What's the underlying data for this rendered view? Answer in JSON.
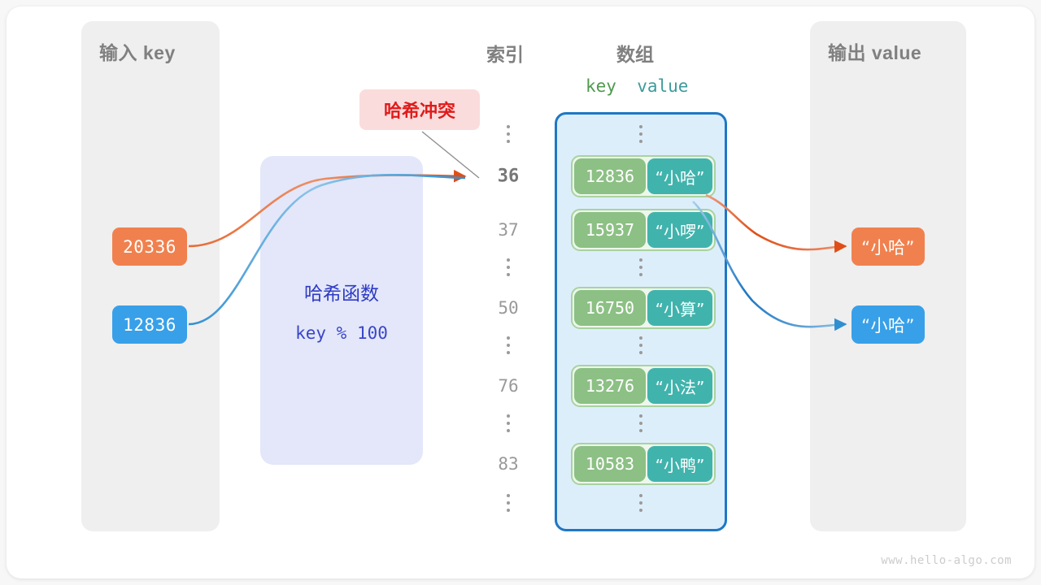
{
  "page": {
    "watermark": "www.hello-algo.com",
    "background": "#f7f7f7",
    "card_background": "#ffffff"
  },
  "input_panel": {
    "title": "输入 key",
    "keys": [
      {
        "label": "20336",
        "color": "#f0814e"
      },
      {
        "label": "12836",
        "color": "#38a0e8"
      }
    ]
  },
  "hash_function": {
    "title": "哈希函数",
    "expression": "key % 100",
    "color": "#2f3bc4",
    "background": "#e3e7f9"
  },
  "collision": {
    "label": "哈希冲突",
    "text_color": "#e01b1b",
    "background": "#fbdcdc"
  },
  "index_column": {
    "title": "索引",
    "entries": [
      {
        "type": "dots"
      },
      {
        "type": "index",
        "label": "36",
        "active": true
      },
      {
        "type": "index",
        "label": "37",
        "active": false
      },
      {
        "type": "dots"
      },
      {
        "type": "index",
        "label": "50",
        "active": false
      },
      {
        "type": "dots"
      },
      {
        "type": "index",
        "label": "76",
        "active": false
      },
      {
        "type": "dots"
      },
      {
        "type": "index",
        "label": "83",
        "active": false
      },
      {
        "type": "dots"
      }
    ]
  },
  "array_column": {
    "title": "数组",
    "key_header": "key",
    "value_header": "value",
    "key_header_color": "#4e9a4e",
    "value_header_color": "#3d9b9b",
    "border_color": "#1f77c4",
    "background": "#ddeefb",
    "entries": [
      {
        "type": "dots"
      },
      {
        "type": "pair",
        "key": "12836",
        "value": "“小哈”"
      },
      {
        "type": "pair",
        "key": "15937",
        "value": "“小啰”"
      },
      {
        "type": "dots"
      },
      {
        "type": "pair",
        "key": "16750",
        "value": "“小算”"
      },
      {
        "type": "dots"
      },
      {
        "type": "pair",
        "key": "13276",
        "value": "“小法”"
      },
      {
        "type": "dots"
      },
      {
        "type": "pair",
        "key": "10583",
        "value": "“小鸭”"
      },
      {
        "type": "dots"
      }
    ]
  },
  "output_panel": {
    "title": "输出 value",
    "values": [
      {
        "label": "“小哈”",
        "color": "#f0814e"
      },
      {
        "label": "“小哈”",
        "color": "#38a0e8"
      }
    ]
  },
  "colors": {
    "orange": "#f0814e",
    "orange_arrow": "#e04e17",
    "blue": "#38a0e8",
    "blue_arrow": "#1f77c4",
    "green_key": "#8cc084",
    "teal_value": "#41b3ad",
    "gray_text": "#808080"
  }
}
